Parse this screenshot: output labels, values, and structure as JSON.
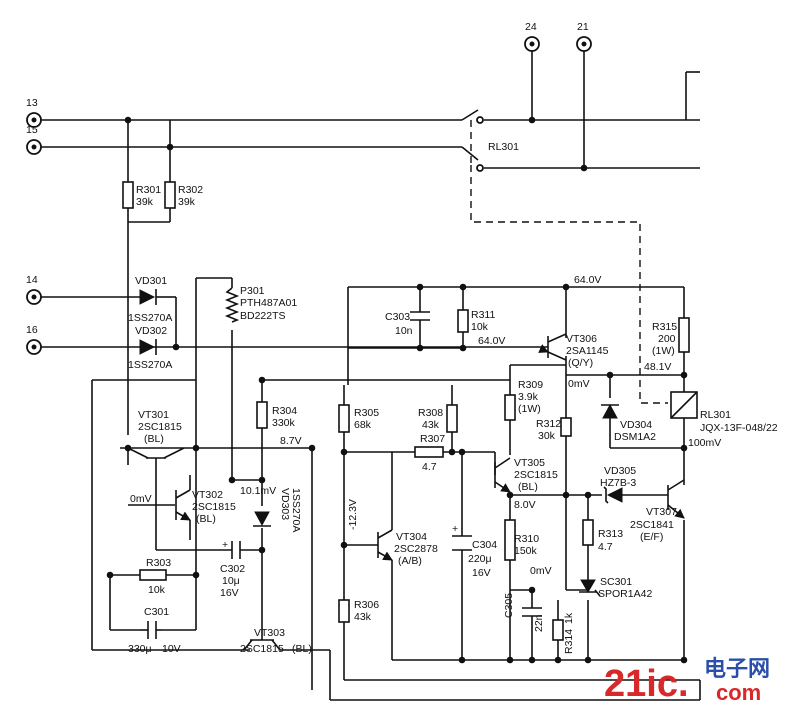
{
  "terminals": [
    {
      "id": "t13",
      "label": "13"
    },
    {
      "id": "t15",
      "label": "15"
    },
    {
      "id": "t14",
      "label": "14"
    },
    {
      "id": "t16",
      "label": "16"
    },
    {
      "id": "t24",
      "label": "24"
    },
    {
      "id": "t21",
      "label": "21"
    }
  ],
  "components": {
    "R301": {
      "ref": "R301",
      "value": "39k"
    },
    "R302": {
      "ref": "R302",
      "value": "39k"
    },
    "VD301": {
      "ref": "VD301",
      "part": "1SS270A"
    },
    "VD302": {
      "ref": "VD302",
      "part": "1SS270A"
    },
    "P301": {
      "ref": "P301",
      "part1": "PTH487A01",
      "part2": "BD222TS"
    },
    "RL301_switch": {
      "ref": "RL301"
    },
    "C303": {
      "ref": "C303",
      "value": "10n"
    },
    "R311": {
      "ref": "R311",
      "value": "10k"
    },
    "VT306": {
      "ref": "VT306",
      "part": "2SA1145",
      "grade": "(Q/Y)"
    },
    "R315": {
      "ref": "R315",
      "value": "200",
      "power": "(1W)"
    },
    "RL301_coil": {
      "ref": "RL301",
      "part": "JQX-13F-048/22"
    },
    "VD304": {
      "ref": "VD304",
      "part": "DSM1A2"
    },
    "VT301": {
      "ref": "VT301",
      "part": "2SC1815",
      "grade": "(BL)"
    },
    "VT302": {
      "ref": "VT302",
      "part": "2SC1815",
      "grade": "(BL)"
    },
    "R304": {
      "ref": "R304",
      "value": "330k"
    },
    "VD303": {
      "ref": "VD303",
      "part": "1SS270A"
    },
    "R305": {
      "ref": "R305",
      "value": "68k"
    },
    "R308": {
      "ref": "R308",
      "value": "43k"
    },
    "R307": {
      "ref": "R307",
      "value": "4.7"
    },
    "R309": {
      "ref": "R309",
      "value": "3.9k",
      "power": "(1W)"
    },
    "R312": {
      "ref": "R312",
      "value": "30k"
    },
    "VT305": {
      "ref": "VT305",
      "part": "2SC1815",
      "grade": "(BL)"
    },
    "VD305": {
      "ref": "VD305",
      "part": "HZ7B-3"
    },
    "VT307": {
      "ref": "VT307",
      "part": "2SC1841",
      "grade": "(E/F)"
    },
    "VT304": {
      "ref": "VT304",
      "part": "2SC2878",
      "grade": "(A/B)"
    },
    "C304": {
      "ref": "C304",
      "value": "220μ",
      "voltage": "16V"
    },
    "R310": {
      "ref": "R310",
      "value": "150k"
    },
    "R313": {
      "ref": "R313",
      "value": "4.7"
    },
    "SC301": {
      "ref": "SC301",
      "part": "SPOR1A42"
    },
    "C302": {
      "ref": "C302",
      "value": "10μ",
      "voltage": "16V"
    },
    "R303": {
      "ref": "R303",
      "value": "10k"
    },
    "C301": {
      "ref": "C301",
      "value": "330μ",
      "voltage": "10V"
    },
    "VT303": {
      "ref": "VT303",
      "part": "2SC1815",
      "grade": "(BL)"
    },
    "R306": {
      "ref": "R306",
      "value": "43k"
    },
    "C305": {
      "ref": "C305",
      "value": "22n"
    },
    "R314": {
      "ref": "R314",
      "value": "1k"
    }
  },
  "voltages": {
    "v64_top": "64.0V",
    "v64_mid": "64.0V",
    "v0mV_vt306": "0mV",
    "v48_1": "48.1V",
    "v100mV": "100mV",
    "v8_7": "8.7V",
    "v10_1mV": "10.1mV",
    "v0mV_left": "0mV",
    "vneg12_3": "-12.3V",
    "v8_0": "8.0V",
    "v0mV_sc": "0mV"
  },
  "watermark": {
    "left": "21ic.",
    "right_top": "电子网",
    "right_bottom": "com"
  },
  "colors": {
    "ink": "#111111",
    "watermark_red": "#d8282a",
    "watermark_blue": "#2a4fa8"
  }
}
